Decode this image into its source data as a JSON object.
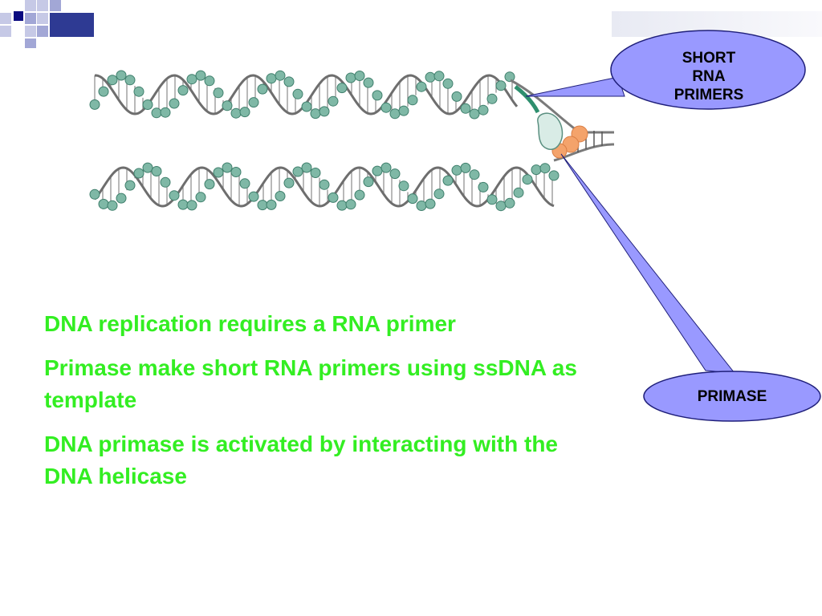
{
  "callouts": {
    "primers": "SHORT\nRNA\nPRIMERS",
    "primase": "PRIMASE"
  },
  "bullets": [
    "DNA replication requires a RNA primer",
    "Primase make short RNA primers using ssDNA as template",
    "DNA primase is activated by interacting with the DNA helicase"
  ],
  "colors": {
    "bullet_text": "#33ee22",
    "callout_fill": "#9999ff",
    "nucleotide": "#7fb8a6",
    "helicase": "#f4a36b",
    "primase_blob": "#d9ece6"
  }
}
